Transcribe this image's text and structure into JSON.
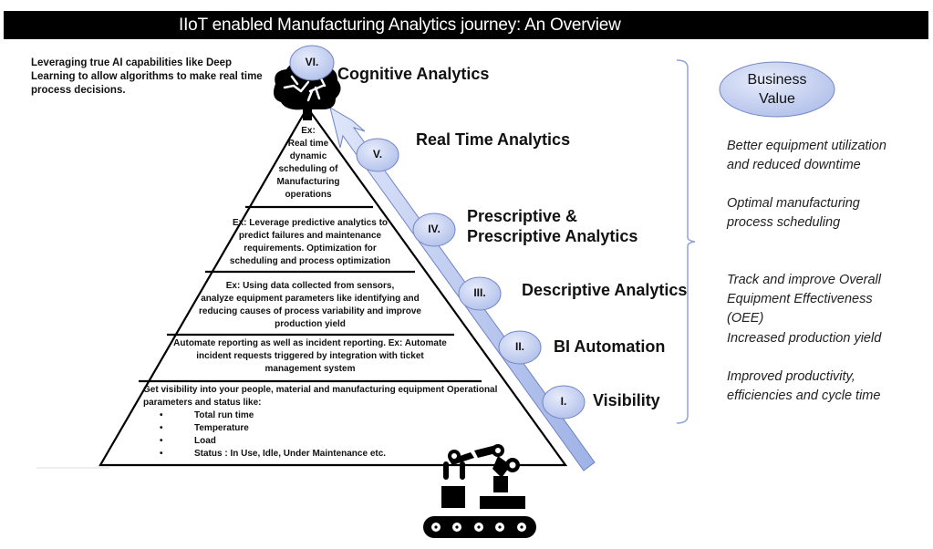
{
  "title": "IIoT enabled Manufacturing Analytics journey: An Overview",
  "cognitive_description": "Leveraging true AI capabilities like Deep Learning to allow algorithms to make real time process decisions.",
  "stages": [
    {
      "numeral": "I.",
      "label": "Visibility"
    },
    {
      "numeral": "II.",
      "label": "BI Automation"
    },
    {
      "numeral": "III.",
      "label": "Descriptive Analytics"
    },
    {
      "numeral": "IV.",
      "label_line1": "Prescriptive &",
      "label_line2": "Prescriptive Analytics"
    },
    {
      "numeral": "V.",
      "label": "Real Time Analytics"
    },
    {
      "numeral": "VI.",
      "label": "Cognitive Analytics"
    }
  ],
  "pyramid": {
    "tier5": [
      "Ex:",
      "Real time",
      "dynamic",
      "scheduling of",
      "Manufacturing",
      "operations"
    ],
    "tier4": [
      "Ex: Leverage predictive analytics to",
      "predict failures and maintenance",
      "requirements. Optimization for",
      "scheduling and process optimization"
    ],
    "tier3": [
      "Ex: Using data collected from sensors,",
      "analyze equipment parameters like identifying and",
      "reducing causes of process variability and improve",
      "production yield"
    ],
    "tier2": [
      "Automate reporting as well as incident reporting. Ex: Automate",
      "incident requests triggered by integration with ticket",
      "management system"
    ],
    "tier1": {
      "intro_line1": "Get visibility into your people, material and manufacturing equipment Operational",
      "intro_line2": "parameters and status like:",
      "bullets": [
        "Total run time",
        "Temperature",
        "Load",
        "Status : In Use, Idle, Under Maintenance etc."
      ]
    }
  },
  "business_value": {
    "title_line1": "Business",
    "title_line2": "Value",
    "items": [
      [
        "Better equipment utilization",
        "and reduced downtime"
      ],
      [
        "Optimal manufacturing",
        "process scheduling"
      ],
      [
        "Track and improve Overall",
        "Equipment Effectiveness",
        "(OEE)"
      ],
      [
        "Increased production yield"
      ],
      [
        "Improved productivity,",
        "efficiencies and cycle time"
      ]
    ]
  },
  "icons": {
    "top": "brain-tree-icon",
    "bottom": "robotic-arm-conveyor-icon"
  },
  "colors": {
    "title_bar": "#000000",
    "arrow_fill": "#b4c3ee",
    "arrow_stroke": "#6d83c4",
    "bubble_fill": "#c9d3f2",
    "bubble_stroke": "#7387c6",
    "bracket": "#8fa3d8"
  }
}
